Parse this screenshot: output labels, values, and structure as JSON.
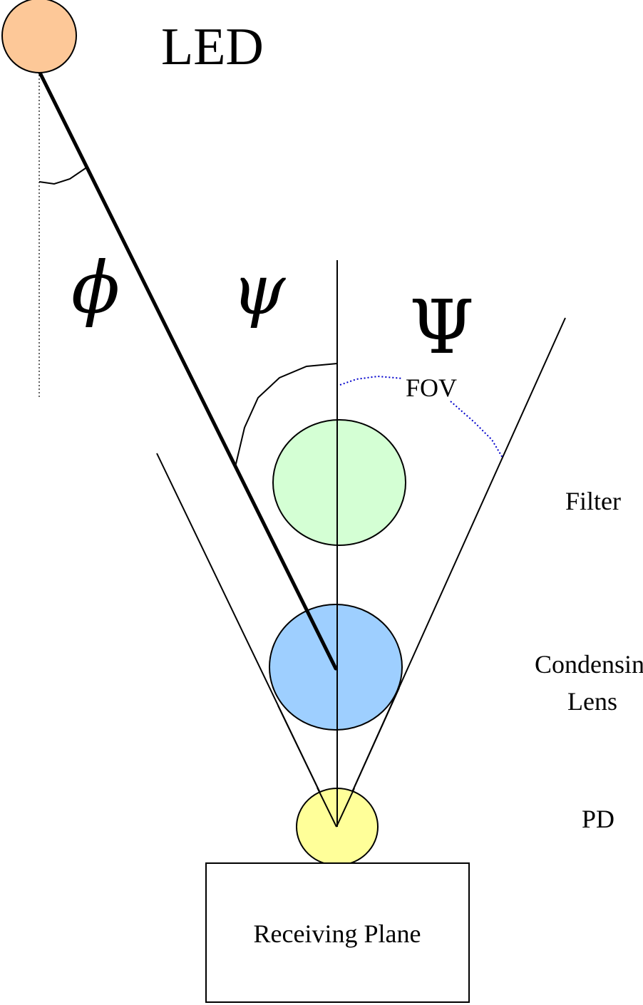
{
  "labels": {
    "led": "LED",
    "phi": "ϕ",
    "psi_small": "ψ",
    "psi_capital": "Ψ",
    "fov": "FOV",
    "filter": "Filter",
    "condensing_line1": "Condensing",
    "condensing_line2": "Lens",
    "pd": "PD",
    "receiving_plane": "Receiving Plane"
  },
  "colors": {
    "led": "#FDC898",
    "filter": "#CCFFCC",
    "lens": "#99CCFF",
    "pd": "#FFFF99",
    "fov_arc": "#0000CC",
    "line": "#000000"
  }
}
